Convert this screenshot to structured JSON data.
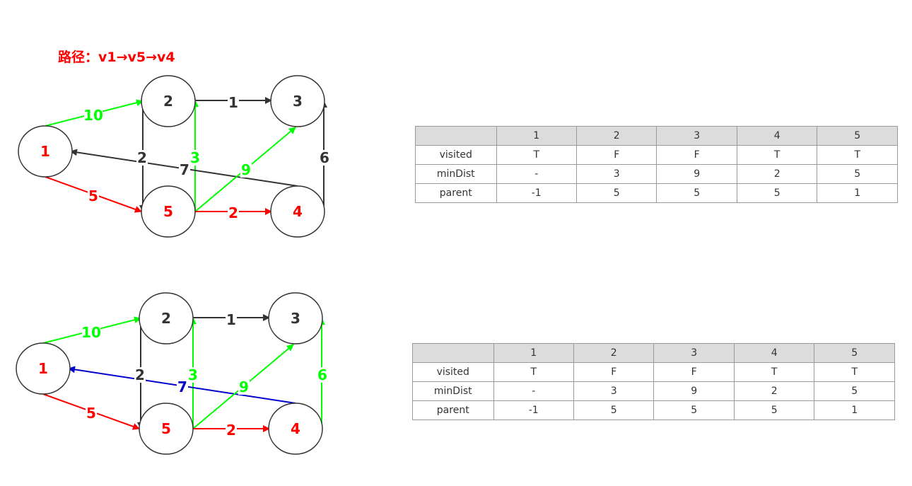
{
  "path_title": "路径：v1→v5→v4",
  "graphs": [
    {
      "nodes": [
        {
          "id": "1",
          "label": "1",
          "text_color": "#ff0000"
        },
        {
          "id": "2",
          "label": "2",
          "text_color": "#333333"
        },
        {
          "id": "3",
          "label": "3",
          "text_color": "#333333"
        },
        {
          "id": "5",
          "label": "5",
          "text_color": "#ff0000"
        },
        {
          "id": "4",
          "label": "4",
          "text_color": "#ff0000"
        }
      ],
      "edges": [
        {
          "from": "1",
          "to": "2",
          "label": "10",
          "color": "#00ff00"
        },
        {
          "from": "2",
          "to": "3",
          "label": "1",
          "color": "#333333"
        },
        {
          "from": "2",
          "to": "5",
          "label": "2",
          "color": "#333333"
        },
        {
          "from": "5",
          "to": "2",
          "label": "3",
          "color": "#00ff00"
        },
        {
          "from": "4",
          "to": "1",
          "label": "7",
          "color": "#333333"
        },
        {
          "from": "5",
          "to": "3",
          "label": "9",
          "color": "#00ff00"
        },
        {
          "from": "4",
          "to": "3",
          "label": "6",
          "color": "#333333"
        },
        {
          "from": "1",
          "to": "5",
          "label": "5",
          "color": "#ff0000"
        },
        {
          "from": "5",
          "to": "4",
          "label": "2",
          "color": "#ff0000"
        }
      ]
    },
    {
      "nodes": [
        {
          "id": "1",
          "label": "1",
          "text_color": "#ff0000"
        },
        {
          "id": "2",
          "label": "2",
          "text_color": "#333333"
        },
        {
          "id": "3",
          "label": "3",
          "text_color": "#333333"
        },
        {
          "id": "5",
          "label": "5",
          "text_color": "#ff0000"
        },
        {
          "id": "4",
          "label": "4",
          "text_color": "#ff0000"
        }
      ],
      "edges": [
        {
          "from": "1",
          "to": "2",
          "label": "10",
          "color": "#00ff00"
        },
        {
          "from": "2",
          "to": "3",
          "label": "1",
          "color": "#333333"
        },
        {
          "from": "2",
          "to": "5",
          "label": "2",
          "color": "#333333"
        },
        {
          "from": "5",
          "to": "2",
          "label": "3",
          "color": "#00ff00"
        },
        {
          "from": "4",
          "to": "1",
          "label": "7",
          "color": "#0000cc"
        },
        {
          "from": "5",
          "to": "3",
          "label": "9",
          "color": "#00ff00"
        },
        {
          "from": "4",
          "to": "3",
          "label": "6",
          "color": "#00ff00"
        },
        {
          "from": "1",
          "to": "5",
          "label": "5",
          "color": "#ff0000"
        },
        {
          "from": "5",
          "to": "4",
          "label": "2",
          "color": "#ff0000"
        }
      ]
    }
  ],
  "tables": [
    {
      "header": [
        "",
        "1",
        "2",
        "3",
        "4",
        "5"
      ],
      "rows": [
        {
          "label": "visited",
          "cells": [
            "T",
            "F",
            "F",
            "T",
            "T"
          ]
        },
        {
          "label": "minDist",
          "cells": [
            "-",
            "3",
            "9",
            "2",
            "5"
          ]
        },
        {
          "label": "parent",
          "cells": [
            "-1",
            "5",
            "5",
            "5",
            "1"
          ]
        }
      ]
    },
    {
      "header": [
        "",
        "1",
        "2",
        "3",
        "4",
        "5"
      ],
      "rows": [
        {
          "label": "visited",
          "cells": [
            "T",
            "F",
            "F",
            "T",
            "T"
          ]
        },
        {
          "label": "minDist",
          "cells": [
            "-",
            "3",
            "9",
            "2",
            "5"
          ]
        },
        {
          "label": "parent",
          "cells": [
            "-1",
            "5",
            "5",
            "5",
            "1"
          ]
        }
      ]
    }
  ]
}
